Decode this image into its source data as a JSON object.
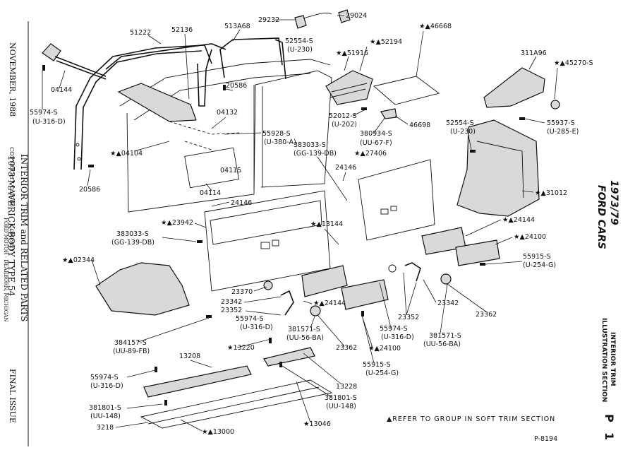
{
  "sidebar": {
    "date": "NOVEMBER, 1988",
    "copyright": "COPYRIGHT © 1988",
    "company": "FORD MOTOR - DEARBORN, MICHIGAN",
    "company2": "COMPANY",
    "title_line1": "INTERIOR TRIM and RELATED PARTS",
    "title_line2": "1973    MAVERICK-BODY TYPE 54",
    "issue": "FINAL ISSUE"
  },
  "rightbar": {
    "title": "1973/79",
    "subtitle": "FORD CARS",
    "section1": "INTERIOR TRIM",
    "section2": "ILLUSTRATION SECTION",
    "section_letter": "P",
    "page": "1"
  },
  "footer": {
    "note": "▲REFER TO GROUP IN SOFT TRIM SECTION",
    "plate": "P-8194"
  },
  "labels": {
    "l1": "29232",
    "l2": "29024",
    "l3": "51222",
    "l4": "52136",
    "l5": "513A68",
    "l6": "52554-S",
    "l7": "(U-230)",
    "l8": "★▲46668",
    "l9": "★▲51916",
    "l10": "★▲52194",
    "l11": "311A96",
    "l12": "★▲45270-S",
    "l13": "04144",
    "l14": "20586",
    "l15": "55974-S",
    "l16": "(U-316-D)",
    "l17": "04132",
    "l18": "55928-S",
    "l19": "(U-380-A)",
    "l20": "52012-S",
    "l21": "(U-202)",
    "l22": "380934-S",
    "l23": "(UU-67-F)",
    "l24": "46698",
    "l25": "55937-S",
    "l26": "(U-285-E)",
    "l27": "52554-S",
    "l28": "(U-230)",
    "l29": "★▲04104",
    "l30": "383033-S",
    "l31": "(GG-139-DB)",
    "l32": "★▲27406",
    "l33": "04115",
    "l34": "24146",
    "l35": "20586",
    "l36": "04114",
    "l37": "24146",
    "l38": "★▲31012",
    "l39": "★▲23942",
    "l40": "★▲13144",
    "l41": "★▲24144",
    "l42": "383033-S",
    "l43": "(GG-139-DB)",
    "l44": "★▲24100",
    "l45": "55915-S",
    "l46": "(U-254-G)",
    "l47": "★▲02344",
    "l48": "23370",
    "l49": "23342",
    "l50": "23352",
    "l51": "★▲24144",
    "l52": "23342",
    "l53": "55974-S",
    "l54": "(U-316-D)",
    "l55": "23352",
    "l56": "55974-S",
    "l57": "(U-316-D)",
    "l58": "23362",
    "l59": "381571-S",
    "l60": "(UU-56-BA)",
    "l61": "23362",
    "l62": "381571-S",
    "l63": "(UU-56-BA)",
    "l64": "★▲24100",
    "l65": "384157-S",
    "l66": "(UU-89-FB)",
    "l67": "★13220",
    "l68": "13208",
    "l69": "55915-S",
    "l70": "(U-254-G)",
    "l71": "55974-S",
    "l72": "(U-316-D)",
    "l73": "13228",
    "l74": "381801-S",
    "l75": "(UU-148)",
    "l76": "381801-S",
    "l77": "(UU-148)",
    "l78": "3218",
    "l79": "★▲13000",
    "l80": "★13046"
  }
}
